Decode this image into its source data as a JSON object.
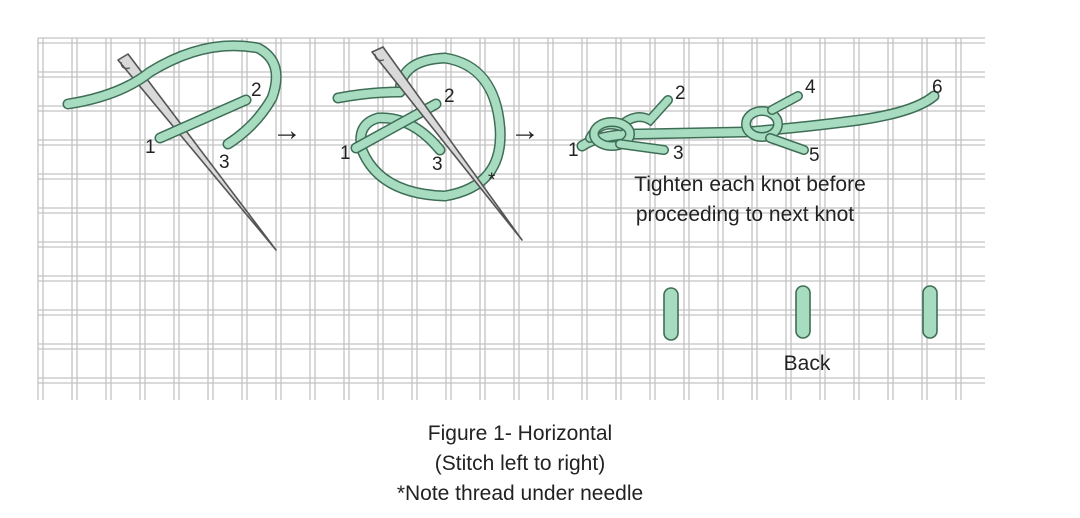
{
  "figure": {
    "caption_line1": "Figure 1- Horizontal",
    "caption_line2": "(Stitch left to right)",
    "caption_line3": "*Note thread under needle"
  },
  "step1": {
    "label_1": "1",
    "label_2": "2",
    "label_3": "3"
  },
  "step2": {
    "label_1": "1",
    "label_2": "2",
    "label_3": "3",
    "asterisk": "*"
  },
  "step3": {
    "label_1": "1",
    "label_2": "2",
    "label_3": "3",
    "label_4": "4",
    "label_5": "5",
    "label_6": "6",
    "note_line1": "Tighten each knot before",
    "note_line2": "proceeding to next knot"
  },
  "back": {
    "label": "Back"
  },
  "arrows": [
    "→",
    "→"
  ],
  "colors": {
    "thread_fill": "#a8dcc0",
    "thread_outline": "#3f6e57",
    "canvas_line": "#c3c3c3",
    "needle_fill": "#d9d9d9"
  }
}
